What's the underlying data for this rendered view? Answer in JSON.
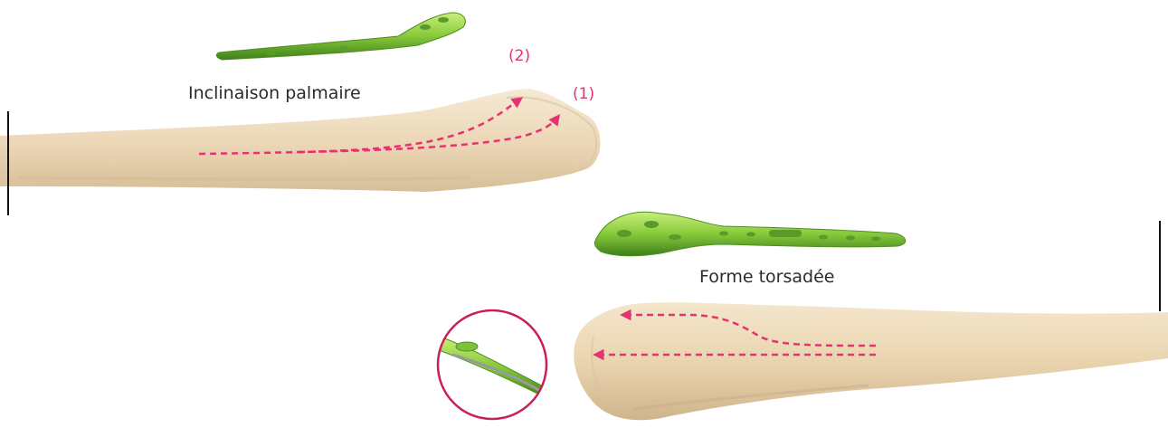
{
  "colors": {
    "accent": "#e4336e",
    "plate": "#8fd13a",
    "bone": "#eedcbf"
  },
  "figures": {
    "top": {
      "label": "Inclinaison palmaire",
      "marker_1": "(1)",
      "marker_2": "(2)"
    },
    "bottom": {
      "label": "Forme torsadée"
    }
  }
}
